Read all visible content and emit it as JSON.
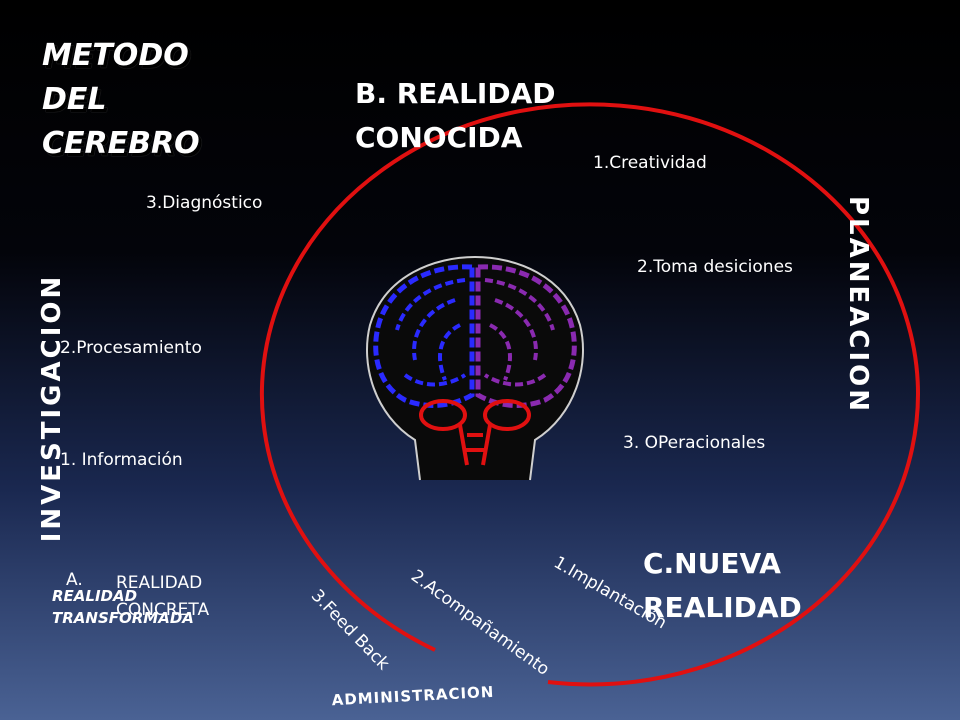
{
  "title": {
    "line1": "METODO",
    "line2": "DEL",
    "line3": "CEREBRO"
  },
  "realidad_conocida": {
    "line1": "B. REALIDAD",
    "line2": "CONOCIDA"
  },
  "nueva_realidad": {
    "line1": "C.NUEVA",
    "line2": "REALIDAD"
  },
  "realidad_concreta": {
    "prefix": "A.",
    "line1": "REALIDAD",
    "line2": "CONCRETA"
  },
  "realidad_transformada": {
    "line1": "REALIDAD",
    "line2": "TRANSFORMADA"
  },
  "planeacion": {
    "label": "PLANEACION",
    "steps": [
      "1.Creatividad",
      "2.Toma desiciones",
      "3. OPeracionales"
    ]
  },
  "investigacion": {
    "label": "INVESTIGACION",
    "steps": [
      "1. Información",
      "2.Procesamiento",
      "3.Diagnóstico"
    ]
  },
  "administracion": {
    "label": "ADMINISTRACION",
    "steps": [
      "1.Implantación",
      "2.Acompañamiento",
      "3.Feed Back"
    ]
  },
  "colors": {
    "ring": "#e01010",
    "left_hemisphere": "#2020e0",
    "right_hemisphere": "#7a1a9a",
    "cerebellum": "#e01010"
  }
}
